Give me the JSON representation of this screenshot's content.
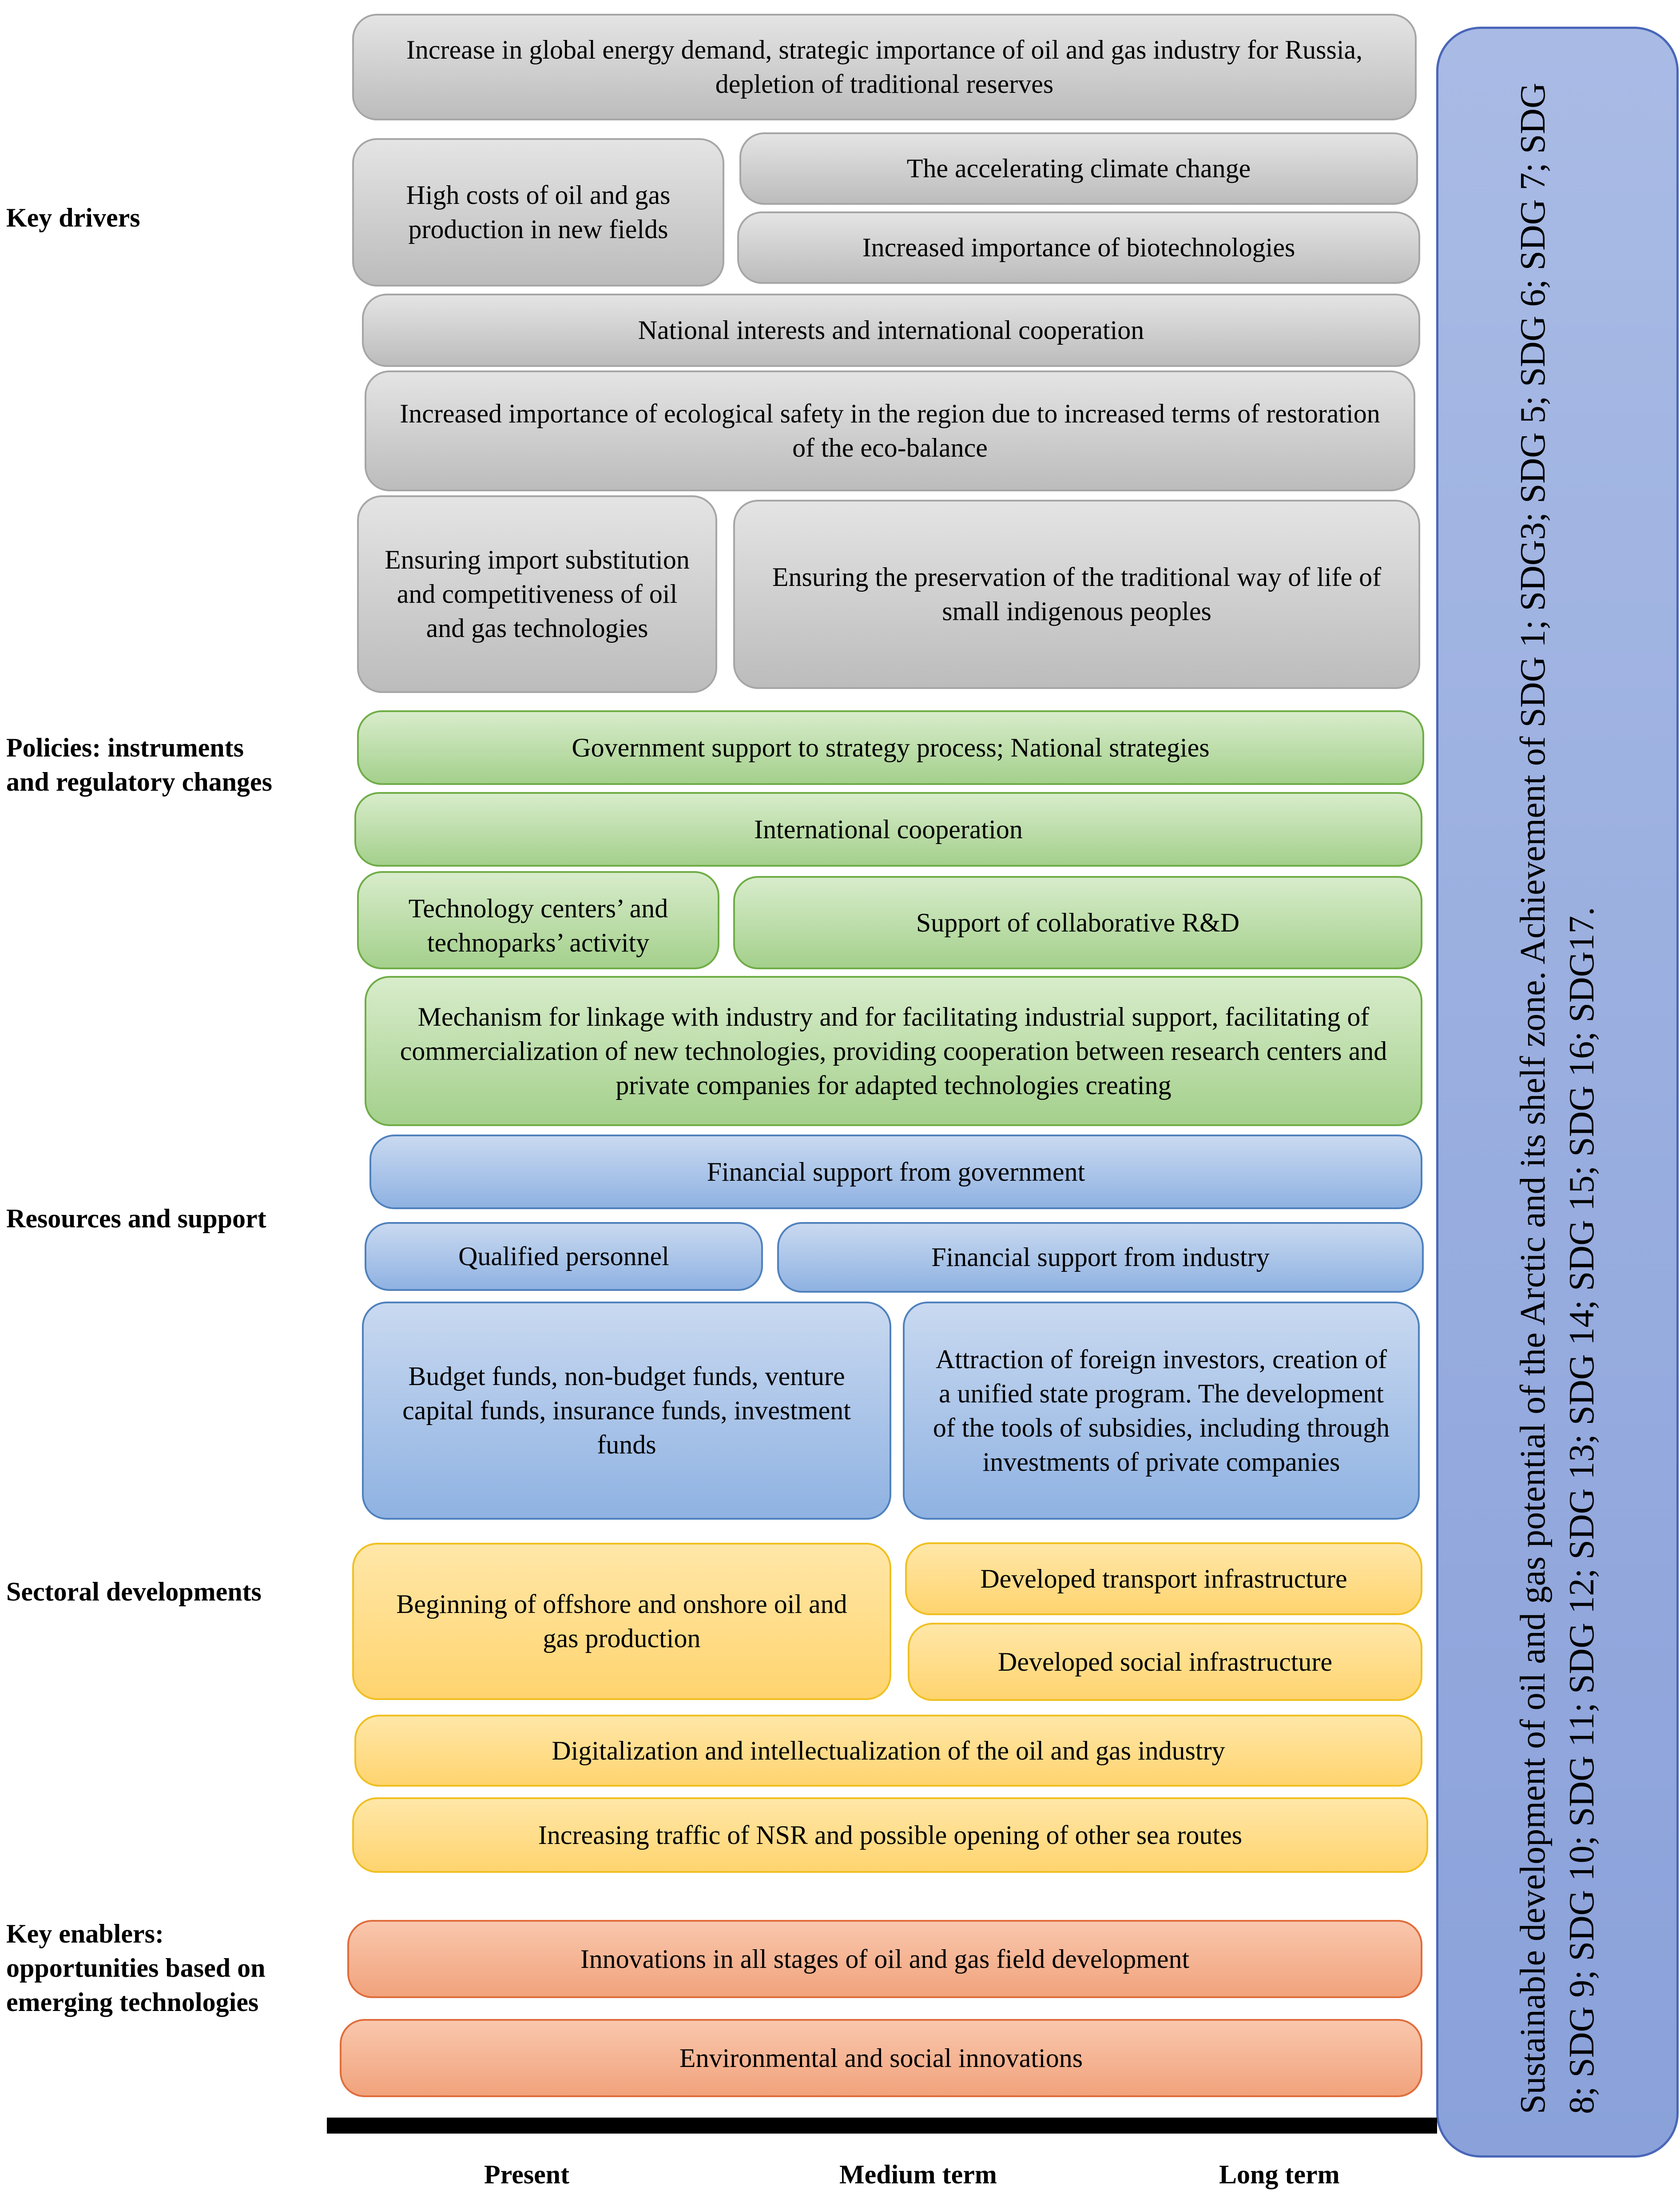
{
  "row_labels": {
    "key_drivers": "Key drivers",
    "policies": "Policies: instruments\nand regulatory changes",
    "resources": "Resources and support",
    "sectoral": "Sectoral developments",
    "enablers": "Key enablers:\nopportunities based on\nemerging technologies"
  },
  "key_drivers": [
    "Increase in global energy demand, strategic importance of oil and gas industry for Russia, depletion of traditional reserves",
    "High costs of oil and gas production in new fields",
    "The accelerating climate change",
    "Increased importance of biotechnologies",
    "National interests and international cooperation",
    "Increased importance of ecological safety in the region due to increased terms of restoration of the eco-balance",
    "Ensuring import substitution and competitiveness of oil and gas technologies",
    "Ensuring the preservation of the traditional way of life of small indigenous peoples"
  ],
  "policies": [
    "Government support to strategy process; National strategies",
    "International cooperation",
    "Technology centers’ and technoparks’ activity",
    "Support of collaborative R&D",
    "Mechanism for linkage with industry and for facilitating industrial support, facilitating of commercialization of new technologies, providing cooperation between research centers and private companies for adapted technologies creating"
  ],
  "resources": [
    "Financial support from government",
    "Qualified personnel",
    "Financial support from industry",
    "Budget funds, non-budget funds, venture capital funds, insurance funds, investment funds",
    "Attraction of foreign investors, creation of a unified state program. The development of the tools of subsidies, including through investments of private companies"
  ],
  "sectoral": [
    "Beginning of offshore and onshore oil and gas production",
    "Developed transport infrastructure",
    "Developed social infrastructure",
    "Digitalization and intellectualization of the oil and gas industry",
    "Increasing traffic of NSR and possible opening of other sea routes"
  ],
  "enablers": [
    "Innovations in all stages of oil and gas field development",
    "Environmental and social innovations"
  ],
  "side_goal": "Sustainable development of oil and gas potential of the Arctic and its shelf zone. Achievement of SDG 1; SDG3; SDG 5; SDG 6; SDG 7; SDG 8; SDG 9; SDG 10; SDG 11; SDG 12; SDG 13; SDG 14; SDG 15; SDG 16; SDG17.",
  "timeline": {
    "present": "Present",
    "medium": "Medium term",
    "long": "Long term"
  },
  "colors": {
    "key_drivers": "#bfbfbf",
    "policies": "#a9d18e",
    "resources": "#8eb4e3",
    "sectoral": "#ffd966",
    "enablers": "#f4b183",
    "side_goal": "#8ea9db"
  }
}
